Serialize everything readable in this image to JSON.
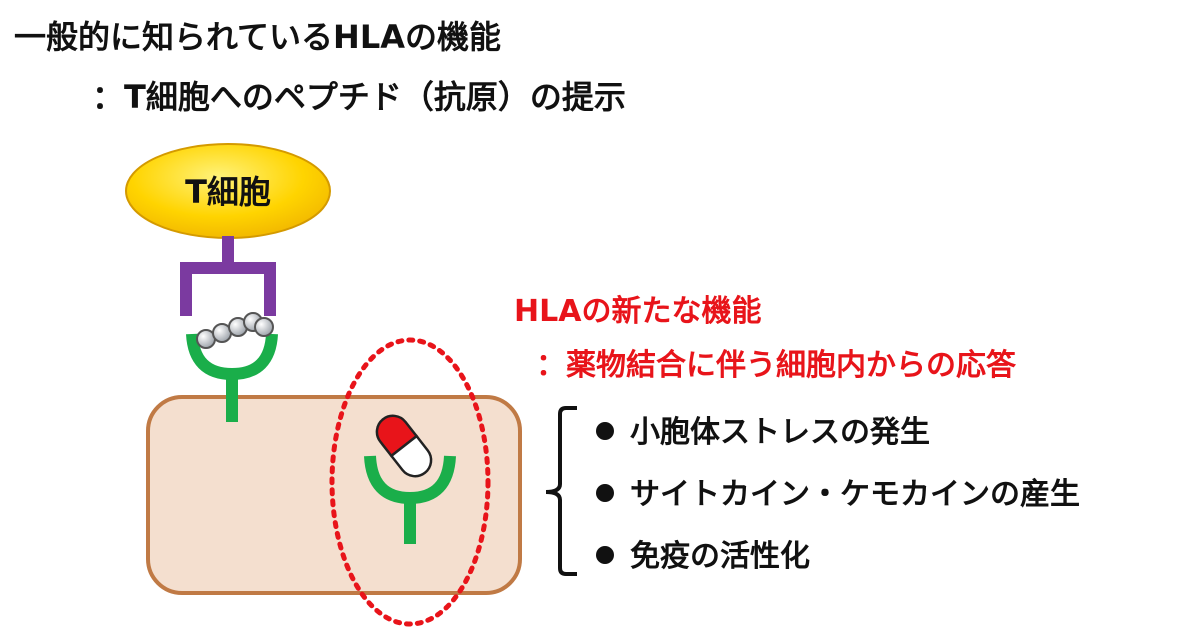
{
  "title": {
    "line1": "一般的に知られているHLAの機能",
    "line2": "：T細胞へのペプチド（抗原）の提示"
  },
  "diagram": {
    "t_cell_label": "T細胞",
    "colors": {
      "t_cell_fill": "#ffd400",
      "tcr": "#7b3aa0",
      "hla": "#1aae4a",
      "cell_fill": "#f4dfcf",
      "cell_border": "#c07a45",
      "drug_red": "#e8141a",
      "highlight_outline": "#e8141a"
    }
  },
  "new_function": {
    "heading": "HLAの新たな機能",
    "subheading": "：薬物結合に伴う細胞内からの応答",
    "items": [
      "小胞体ストレスの発生",
      "サイトカイン・ケモカインの産生",
      "免疫の活性化"
    ]
  }
}
